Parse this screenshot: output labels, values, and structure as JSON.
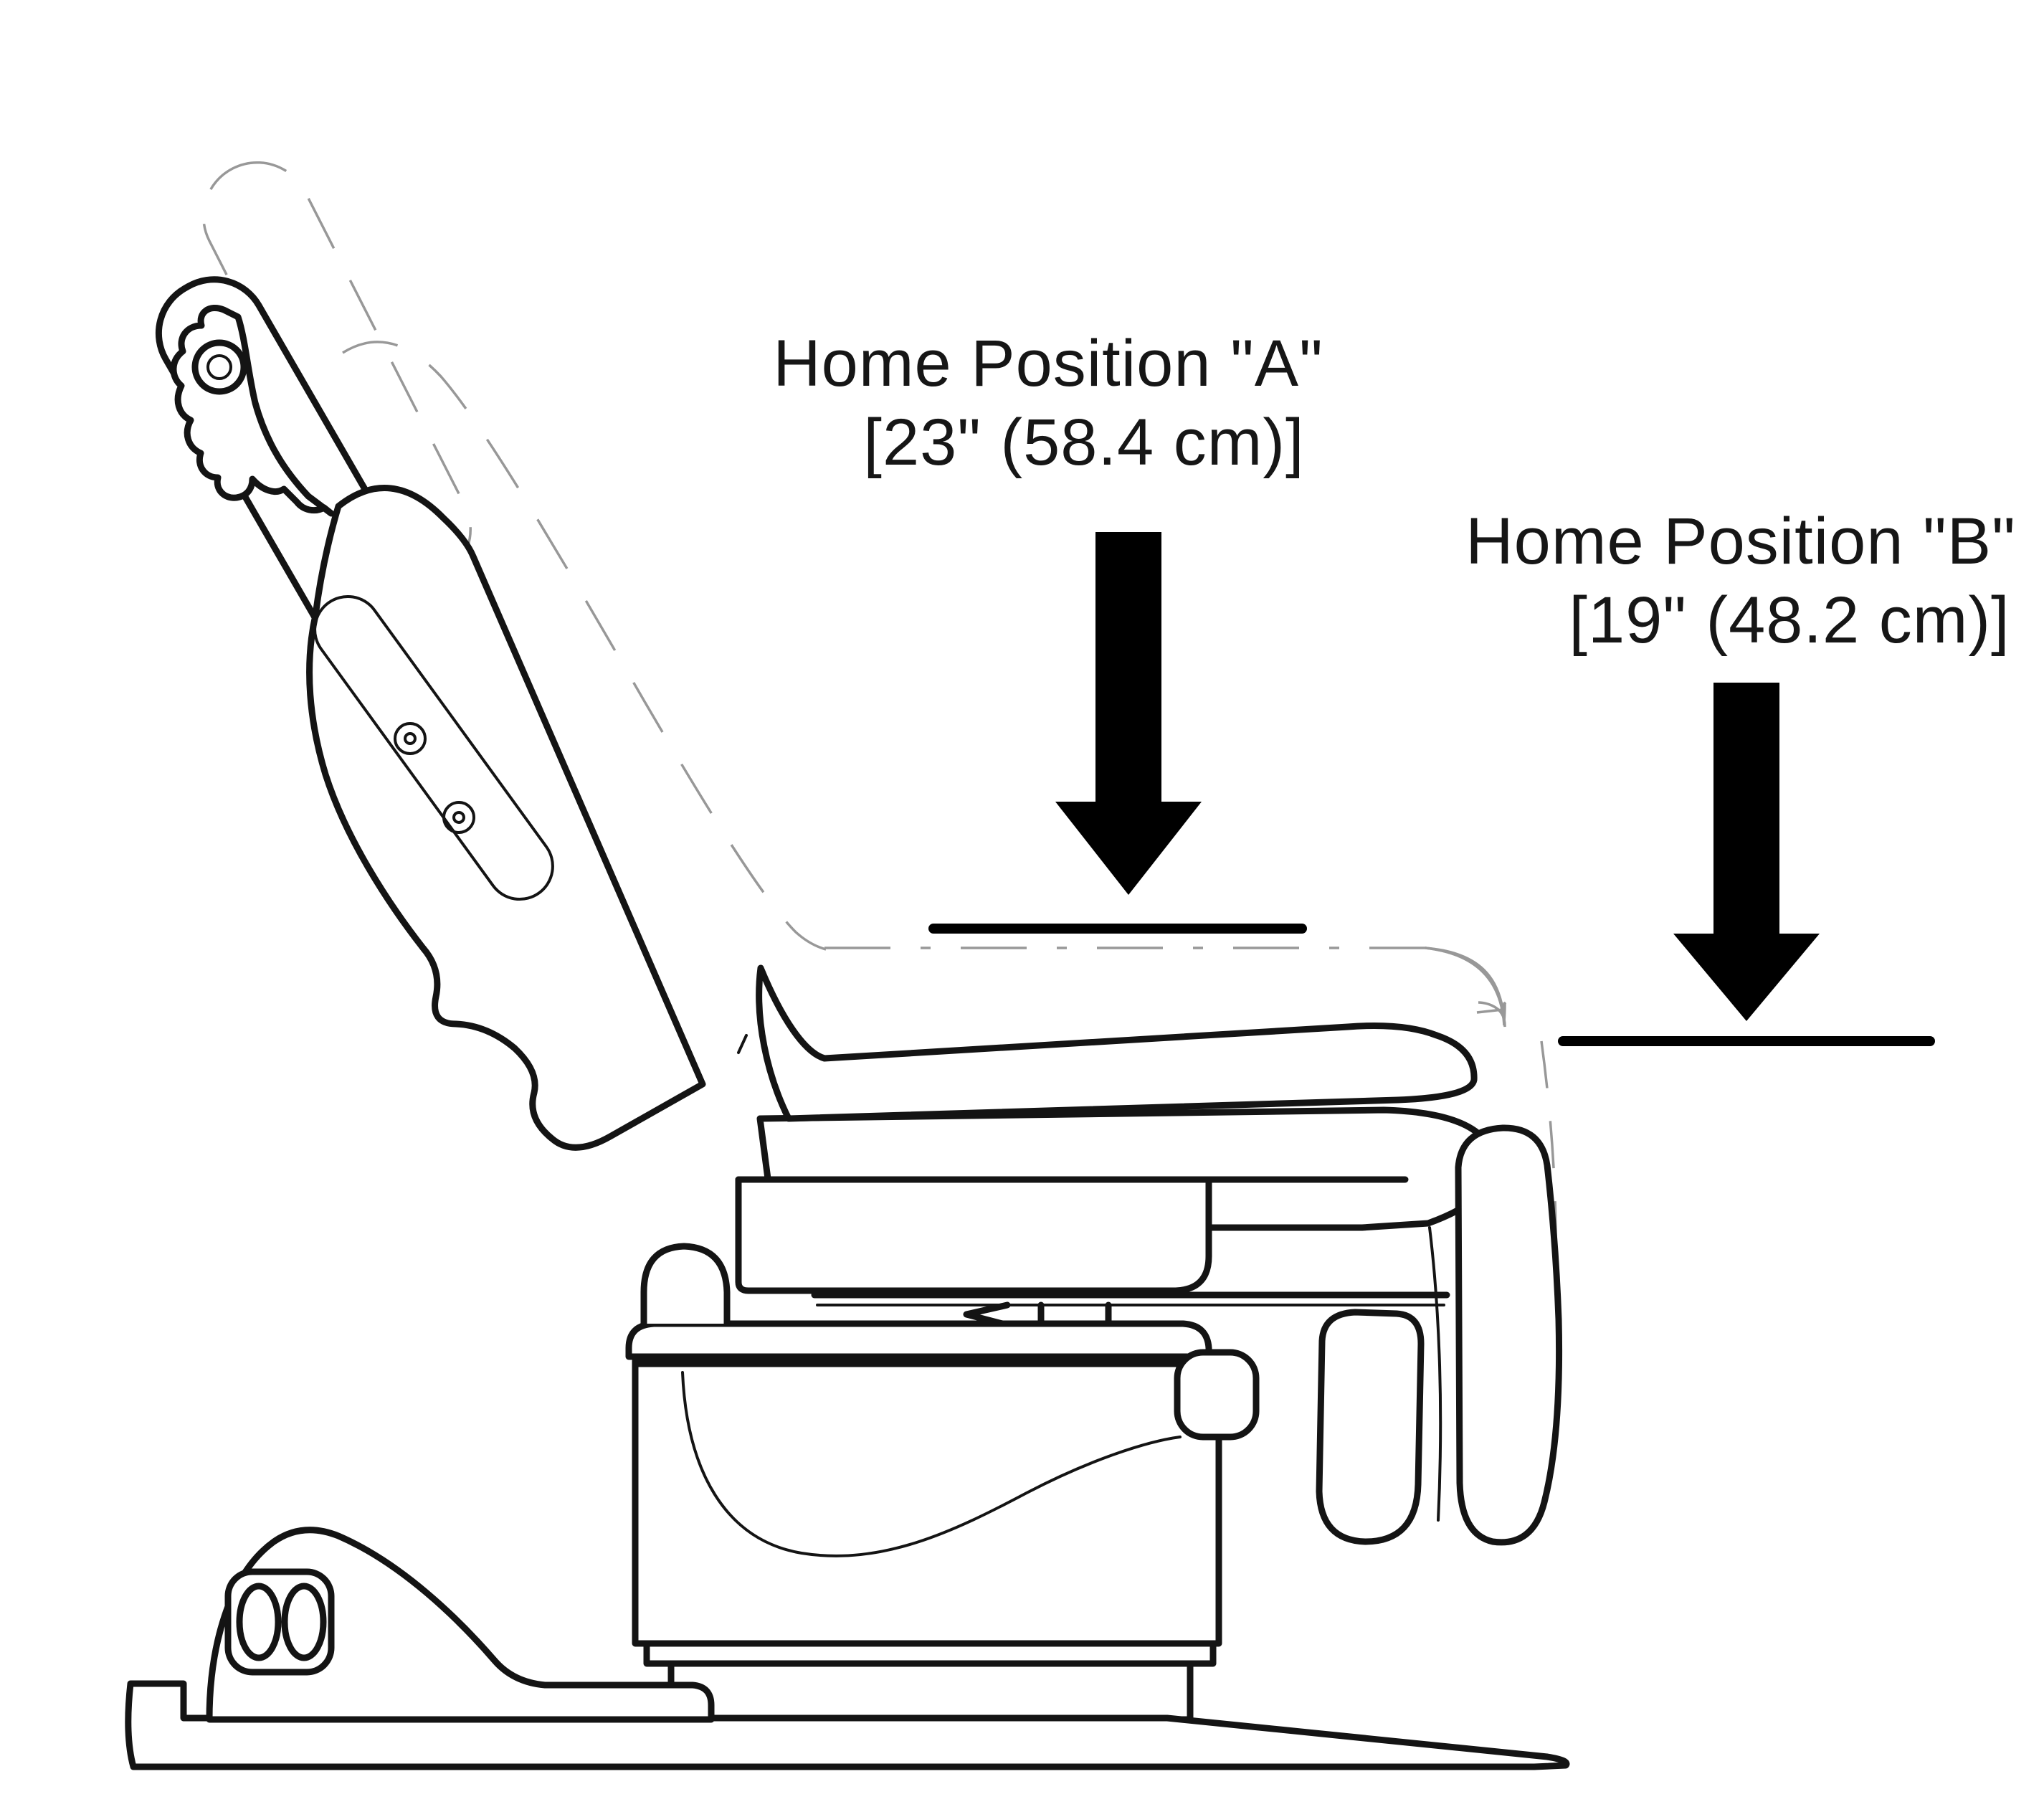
{
  "figure": {
    "type": "technical line drawing",
    "subject": "power procedure chair side view with home position seat-height references",
    "background_color": "#ffffff",
    "outline_color": "#141414",
    "phantom_line_color": "#989898",
    "arrow_color": "#000000"
  },
  "annotations": {
    "position_a": {
      "title": "Home Position \"A\"",
      "measurement": "[23\" (58.4 cm)]"
    },
    "position_b": {
      "title": "Home Position \"B\"",
      "measurement": "[19\" (48.2 cm)]"
    }
  },
  "drawing_parts": [
    "headrest-phantom-extended",
    "headrest",
    "headrest-adjustment-bracket",
    "backrest-with-armrest-slot",
    "seat-cushion",
    "seat-base-cushion",
    "seat-frame-plate",
    "adjustment-knobs",
    "pedestal-cover",
    "foot-pedal-housing",
    "pedal-buttons",
    "floor-base",
    "leg-rest-cushions",
    "phantom-flat-position-line"
  ]
}
